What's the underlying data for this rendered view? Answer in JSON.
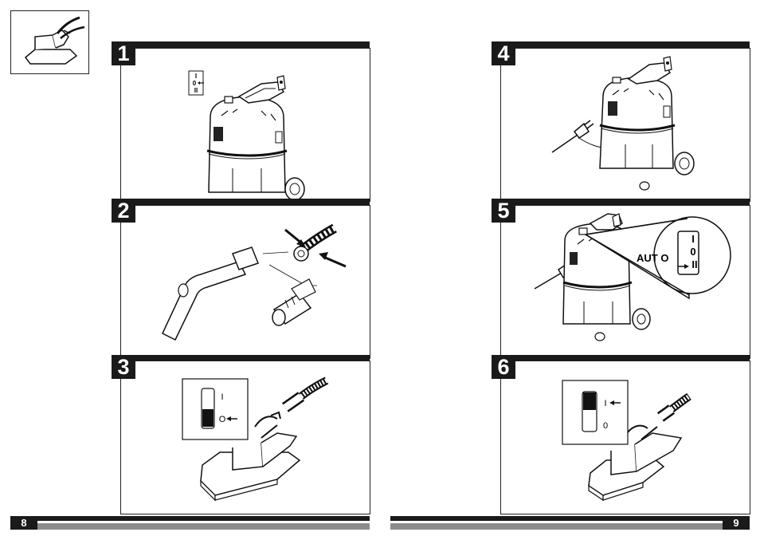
{
  "steps": [
    {
      "number": "1"
    },
    {
      "number": "2"
    },
    {
      "number": "3"
    },
    {
      "number": "4"
    },
    {
      "number": "5"
    },
    {
      "number": "6"
    }
  ],
  "switch_labels": {
    "on": "I",
    "off": "0",
    "off_circle": "O",
    "auto": "II",
    "auto_word": "AUT O"
  },
  "pages": {
    "left": "8",
    "right": "9"
  }
}
